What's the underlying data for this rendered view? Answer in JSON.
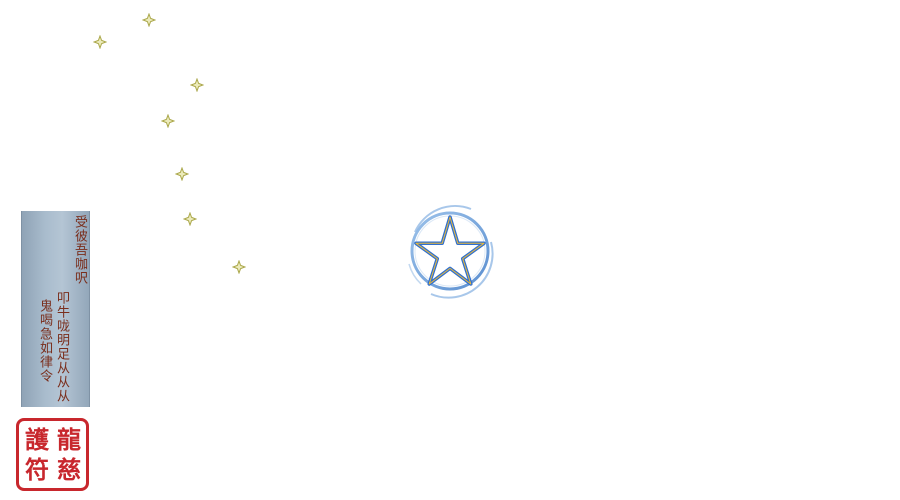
{
  "sparkles": {
    "icon": "sparkle-star-icon",
    "color": "#c9c76a",
    "count": 7
  },
  "talisman": {
    "column_1": "受彼吾咖呎",
    "column_2": "叩牛咙明足从从从",
    "column_3": "鬼喝急如律令",
    "ink_color": "#7a2e1c"
  },
  "seal": {
    "chars": [
      "龍",
      "慈",
      "護",
      "符"
    ],
    "color": "#c8272d"
  },
  "pentacle": {
    "icon": "pentagram-icon",
    "color": "#2f6fd0"
  }
}
